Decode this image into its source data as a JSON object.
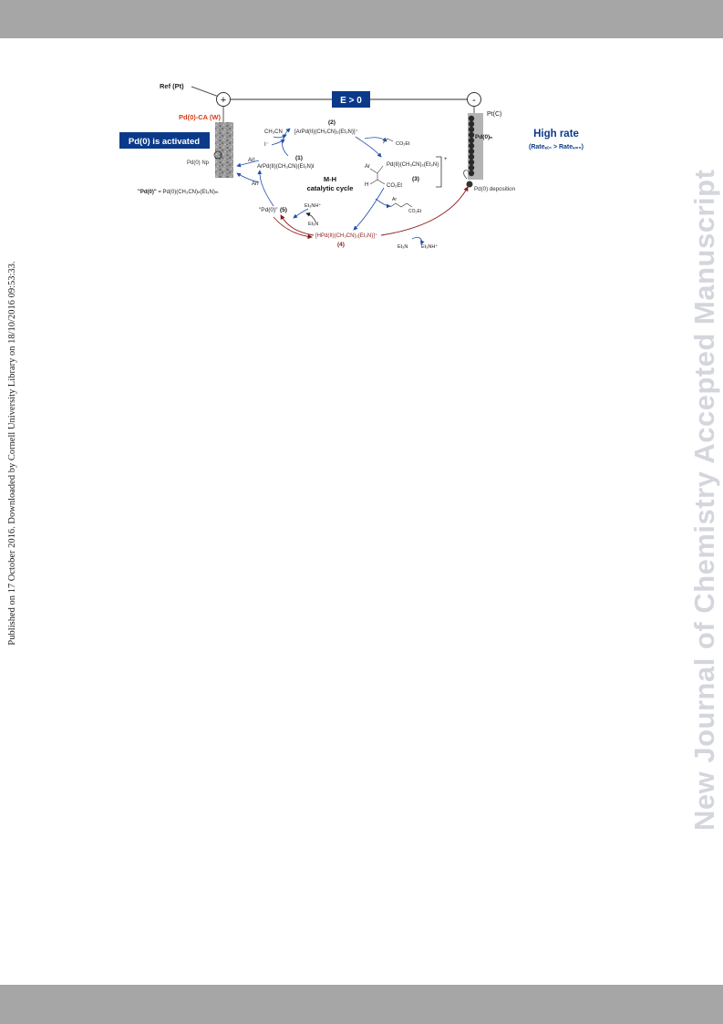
{
  "page": {
    "side_note": "Published on 17 October 2016. Downloaded by Cornell University Library on 18/10/2016 09:53:33.",
    "watermark": "New Journal of Chemistry Accepted Manuscript"
  },
  "diagram": {
    "ref_label": "Ref (Pt)",
    "plus_sign": "+",
    "minus_sign": "-",
    "potential_label": "E > 0",
    "pt_c_label": "Pt(C)",
    "working_electrode_label": "Pd(0)-CA (W)",
    "activated_label": "Pd(0) is activated",
    "pd_np_label": "Pd(0) Np",
    "pd_def_bold": "\"Pd(0)\"",
    "pd_def_rest": " = Pd(0)(CH₃CN)ₙ(Et₃N)ₘ",
    "pd0n_label": "Pd(0)ₙ",
    "high_rate_title": "High rate",
    "high_rate_formula": "(Rateₑ₍₀ > Rateₑ₌₀)",
    "deposition_label": "Pd(0) deposition",
    "cycle_title_1": "M-H",
    "cycle_title_2": "catalytic cycle",
    "compound_1_number": "(1)",
    "compound_1_formula": "ArPd(II)(CH₃CN)(Et₃N)I",
    "compound_2_number": "(2)",
    "compound_2_formula": "[ArPd(II)(CH₃CN)₂(Et₃N)]⁺",
    "compound_3_number": "(3)",
    "compound_3_formula": "Pd(II)(CH₃CN)₂(Et₃N)",
    "compound_4_number": "(4)",
    "compound_4_formula": "[HPd(II)(CH₃CN)₂(Et₃N)]⁺",
    "compound_5_number": "(5)",
    "compound_5_formula": "\"Pd(0)\"",
    "ch3cn_label": "CH₃CN",
    "iodide_label": "I⁻",
    "ari_label_1": "ArI",
    "ari_label_2": "ArI",
    "acrylate_co2et": "CO₂Et",
    "ar_label": "Ar",
    "h_label": "H",
    "co2et_label": "CO₂Et",
    "cation_charge": "+",
    "product_ar": "Ar",
    "product_co2et": "CO₂Et",
    "et3nh_label_1": "Et₃NH⁺",
    "et3n_label_1": "Et₃N",
    "et3n_label_2": "Et₃N",
    "et3nh_label_2": "Et₃NH⁺"
  },
  "colors": {
    "band": "#a6a6a6",
    "dark_blue": "#0b3a8a",
    "red_text": "#d63a16",
    "dark_red": "#8b1a1a",
    "arrow_blue": "#1f4fa8",
    "watermark": "#d4d6dd"
  }
}
